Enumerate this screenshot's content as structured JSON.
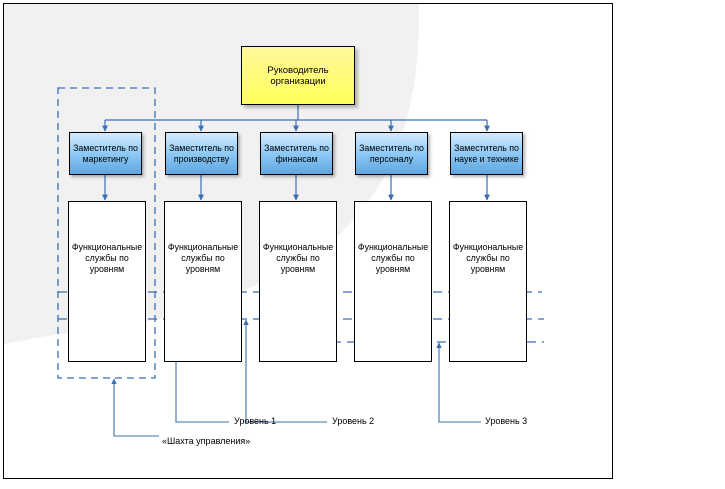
{
  "head": {
    "label": "Руководитель организации"
  },
  "deputies": [
    {
      "label": "Заместитель по маркетингу"
    },
    {
      "label": "Заместитель по производству"
    },
    {
      "label": "Заместитель по финансам"
    },
    {
      "label": "Заместитель по персоналу"
    },
    {
      "label": "Заместитель по науке и технике"
    }
  ],
  "services": [
    {
      "label": "Функциональные службы по уровням"
    },
    {
      "label": "Функциональные службы по уровням"
    },
    {
      "label": "Функциональные службы по уровням"
    },
    {
      "label": "Функциональные службы по уровням"
    },
    {
      "label": "Функциональные службы по уровням"
    }
  ],
  "annotations": {
    "level1": "Уровень 1",
    "level2": "Уровень 2",
    "level3": "Уровень 3",
    "shaft": "«Шахта управления»"
  },
  "colors": {
    "connector": "#3b6fb6",
    "head_fill": "#ffff66",
    "deputy_fill": "#8ec9f5"
  }
}
